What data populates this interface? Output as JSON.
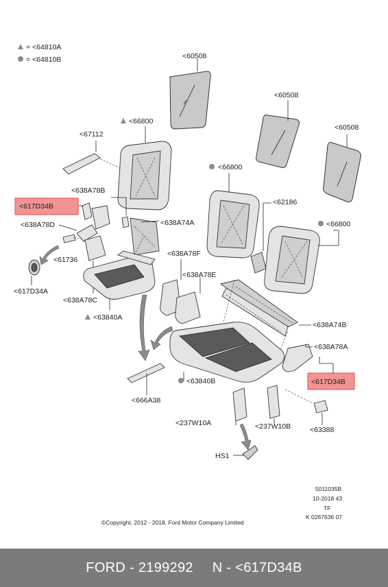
{
  "legend": {
    "triangle_item": "= <64810A",
    "circle_item": "= <64810B"
  },
  "labels": {
    "headrest_a": "<60508",
    "headrest_b": "<60508",
    "headrest_c": "<60508",
    "back_pad_a": "<66800",
    "back_pad_b": "<66800",
    "back_pad_c": "<66800",
    "trim_67112": "<67112",
    "latch_617d34b_left": "<617D34B",
    "latch_617d34b_right": "<617D34B",
    "cover_638a78b": "<638A78B",
    "cover_638a78d": "<638A78D",
    "bracket_638a74a": "<638A74A",
    "bolt_61736": "<61736",
    "knob_617d34a": "<617D34A",
    "cover_638a78c": "<638A78C",
    "cushion_63840a": "<63840A",
    "cover_638a78f": "<638A78F",
    "cover_638a78e": "<638A78E",
    "bracket_62186": "<62186",
    "frame_638a74b": "<638A74B",
    "cover_638a78a": "<638A78A",
    "cushion_63840b": "<63840B",
    "trim_666a38": "<666A38",
    "cover_237w10a": "<237W10A",
    "cover_237w10b": "<237W10B",
    "handle_63388": "<63388",
    "clip_hs1": "HS1"
  },
  "meta": {
    "ref_number": "5011035B",
    "date_code": "10-2018 43",
    "tf": "TF",
    "k_code": "K 0267636 07",
    "copyright": "©Copyright, 2012 - 2018, Ford Motor Company Limited"
  },
  "footer": {
    "part_number": "FORD - 2199292",
    "part_name": "N - <617D34B"
  },
  "colors": {
    "highlight_fill": "#f29494",
    "highlight_border": "#d94f4f",
    "footer_bg": "#7b7b7b"
  }
}
